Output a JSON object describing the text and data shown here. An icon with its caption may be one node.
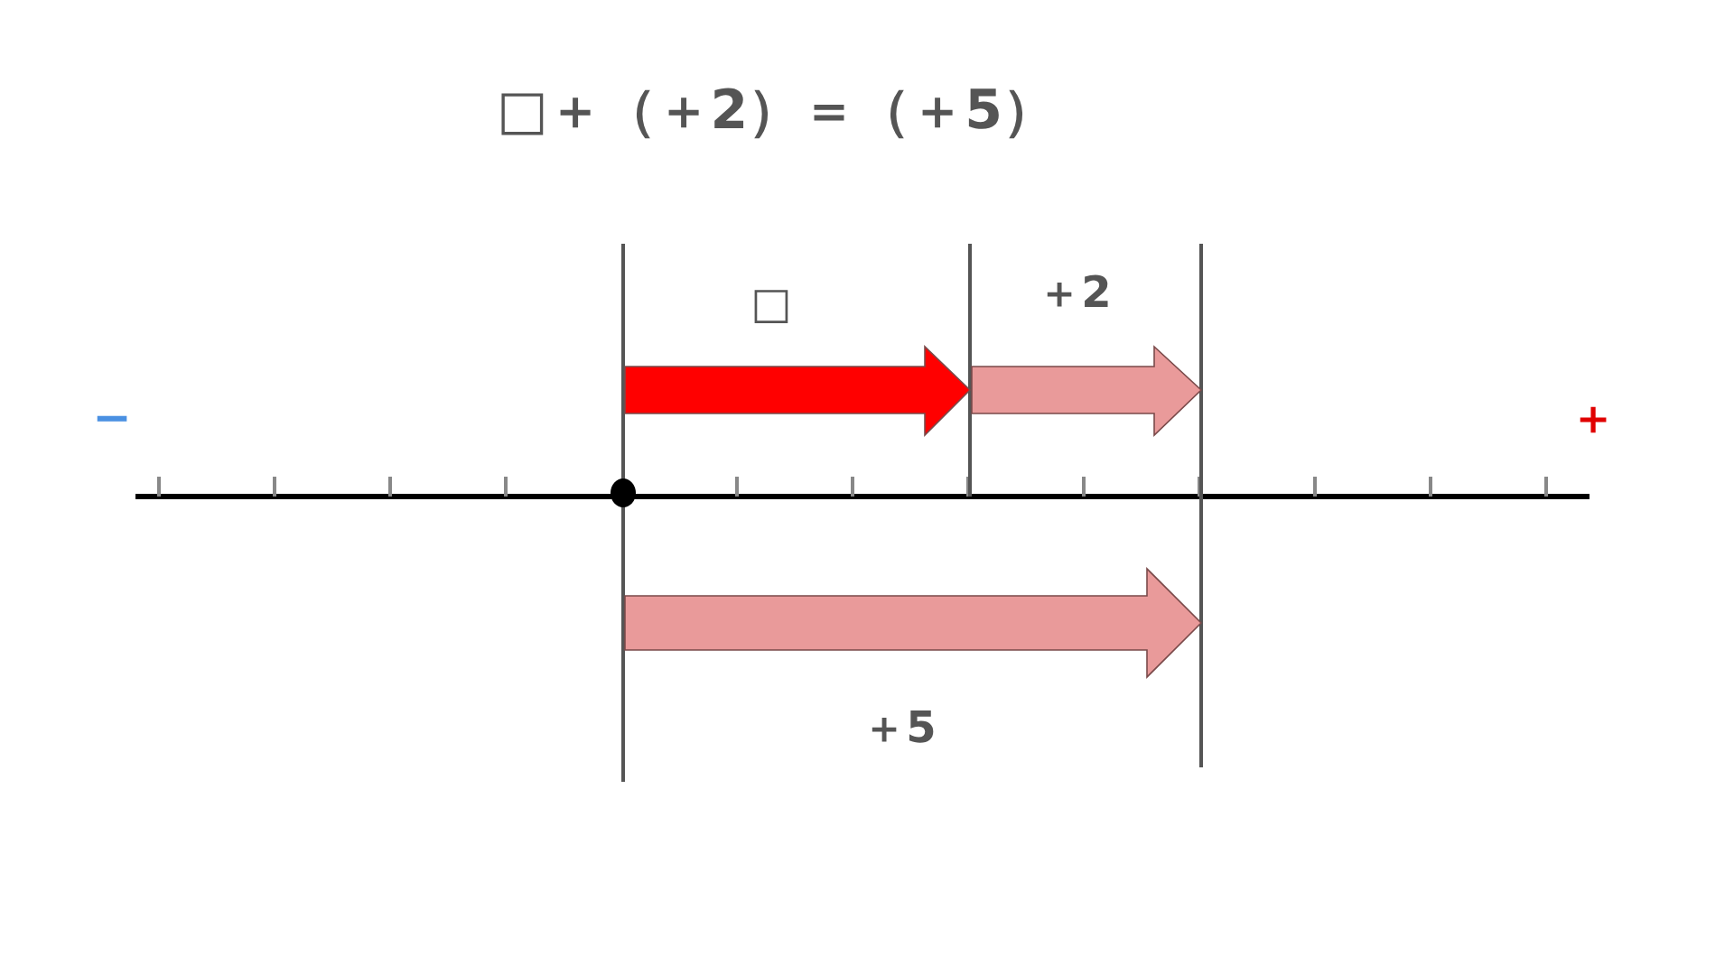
{
  "diagram": {
    "title": "□＋（＋2）＝（＋5）",
    "labels": [
      "□",
      "＋2",
      "−",
      "＋",
      "＋5"
    ]
  }
}
